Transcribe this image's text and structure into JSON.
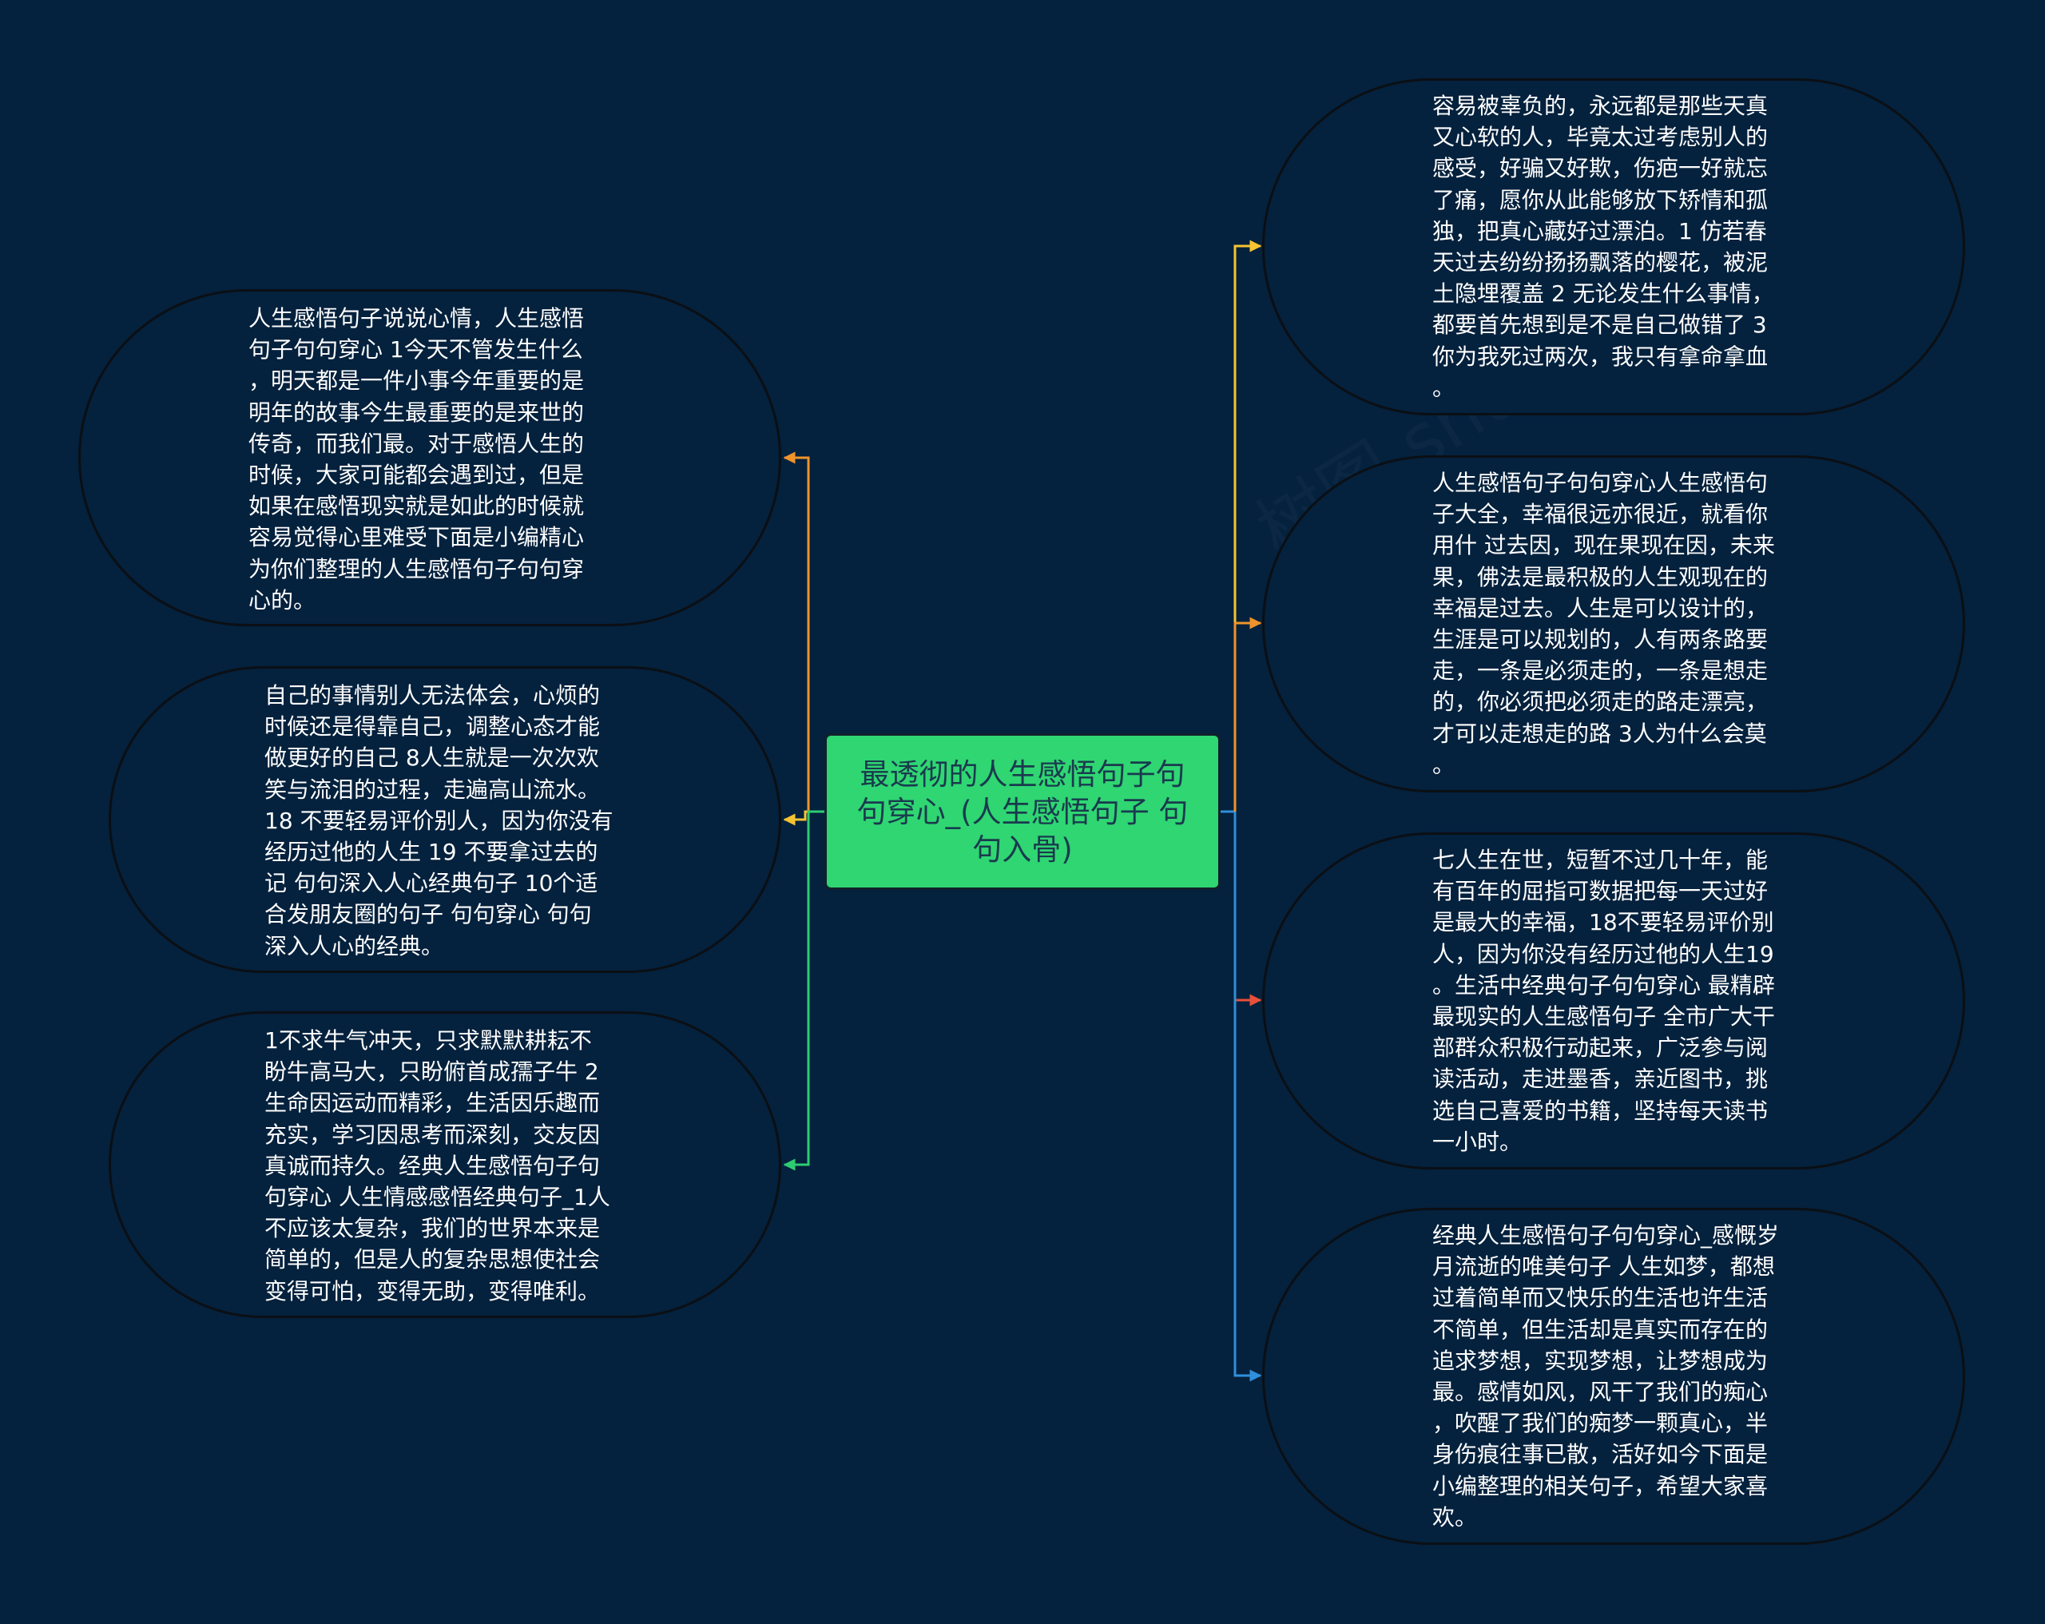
{
  "central_topic": {
    "label": "最透彻的人生感悟句子句\n句穿心_(人生感悟句子 句\n句入骨)",
    "color": "#2fd672"
  },
  "branches": {
    "left": [
      {
        "text": "人生感悟句子说说心情，人生感悟\n句子句句穿心 1今天不管发生什么\n，明天都是一件小事今年重要的是\n明年的故事今生最重要的是来世的\n传奇，而我们最。对于感悟人生的\n时候，大家可能都会遇到过，但是\n如果在感悟现实就是如此的时候就\n容易觉得心里难受下面是小编精心\n为你们整理的人生感悟句子句句穿\n心的。",
        "connector_color": "#f0932b"
      },
      {
        "text": "自己的事情别人无法体会，心烦的\n时候还是得靠自己，调整心态才能\n做更好的自己 8人生就是一次次欢\n笑与流泪的过程，走遍高山流水。\n18 不要轻易评价别人，因为你没有\n经历过他的人生 19 不要拿过去的\n记 句句深入人心经典句子 10个适\n合发朋友圈的句子 句句穿心 句句\n深入人心的经典。",
        "connector_color": "#f6c431"
      },
      {
        "text": "1不求牛气冲天，只求默默耕耘不\n盼牛高马大，只盼俯首成孺子牛 2\n生命因运动而精彩，生活因乐趣而\n充实，学习因思考而深刻，交友因\n真诚而持久。经典人生感悟句子句\n句穿心 人生情感感悟经典句子_1人\n不应该太复杂，我们的世界本来是\n简单的，但是人的复杂思想使社会\n变得可怕，变得无助，变得唯利。",
        "connector_color": "#2ecc71"
      }
    ],
    "right": [
      {
        "text": "容易被辜负的，永远都是那些天真\n又心软的人，毕竟太过考虑别人的\n感受，好骗又好欺，伤疤一好就忘\n了痛，愿你从此能够放下矫情和孤\n独，把真心藏好过漂泊。1 仿若春\n天过去纷纷扬扬飘落的樱花，被泥\n土隐埋覆盖 2 无论发生什么事情，\n都要首先想到是不是自己做错了 3\n你为我死过两次，我只有拿命拿血\n。",
        "connector_color": "#f6c431"
      },
      {
        "text": "人生感悟句子句句穿心人生感悟句\n子大全，幸福很远亦很近，就看你\n用什 过去因，现在果现在因，未来\n果，佛法是最积极的人生观现在的\n幸福是过去。人生是可以设计的，\n生涯是可以规划的，人有两条路要\n走，一条是必须走的，一条是想走\n的，你必须把必须走的路走漂亮，\n才可以走想走的路 3人为什么会莫\n。",
        "connector_color": "#f0932b"
      },
      {
        "text": "七人生在世，短暂不过几十年，能\n有百年的屈指可数据把每一天过好\n是最大的幸福，18不要轻易评价别\n人，因为你没有经历过他的人生19\n。生活中经典句子句句穿心 最精辟\n最现实的人生感悟句子 全市广大干\n部群众积极行动起来，广泛参与阅\n读活动，走进墨香，亲近图书，挑\n选自己喜爱的书籍，坚持每天读书\n一小时。",
        "connector_color": "#e8503a"
      },
      {
        "text": "经典人生感悟句子句句穿心_感慨岁\n月流逝的唯美句子 人生如梦，都想\n过着简单而又快乐的生活也许生活\n不简单，但生活却是真实而存在的\n追求梦想，实现梦想，让梦想成为\n最。感情如风，风干了我们的痴心\n，吹醒了我们的痴梦一颗真心，半\n身伤痕往事已散，活好如今下面是\n小编整理的相关句子，希望大家喜\n欢。",
        "connector_color": "#2f8fdc"
      }
    ]
  },
  "right_trunk_color": "#2f8fdc",
  "watermark": "树图 shutu.cn"
}
